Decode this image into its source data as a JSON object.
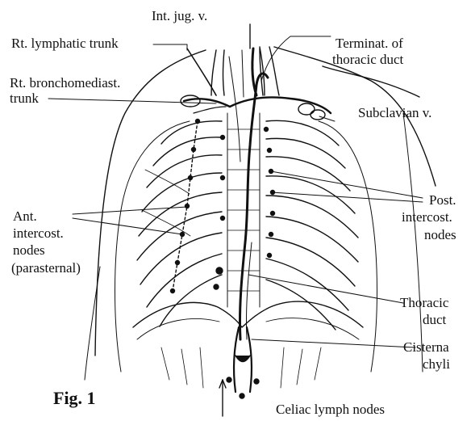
{
  "figure": {
    "caption": "Fig. 1",
    "ink_color": "#111111",
    "paper_color": "#ffffff"
  },
  "labels": {
    "int_jug_v": "Int. jug. v.",
    "rt_lymphatic_trunk": "Rt. lymphatic trunk",
    "terminat_thoracic_duct_1": "Terminat. of",
    "terminat_thoracic_duct_2": "thoracic duct",
    "rt_bronchomediast_1": "Rt. bronchomediast.",
    "rt_bronchomediast_2": "trunk",
    "subclavian_v": "Subclavian v.",
    "post_intercost_1": "Post.",
    "post_intercost_2": "intercost.",
    "post_intercost_3": "nodes",
    "ant_intercost_1": "Ant.",
    "ant_intercost_2": "intercost.",
    "ant_intercost_3": "nodes",
    "ant_intercost_4": "(parasternal)",
    "thoracic_duct_1": "Thoracic",
    "thoracic_duct_2": "duct",
    "cisterna_chyli_1": "Cisterna",
    "cisterna_chyli_2": "chyli",
    "celiac_lymph_nodes": "Celiac lymph nodes"
  }
}
